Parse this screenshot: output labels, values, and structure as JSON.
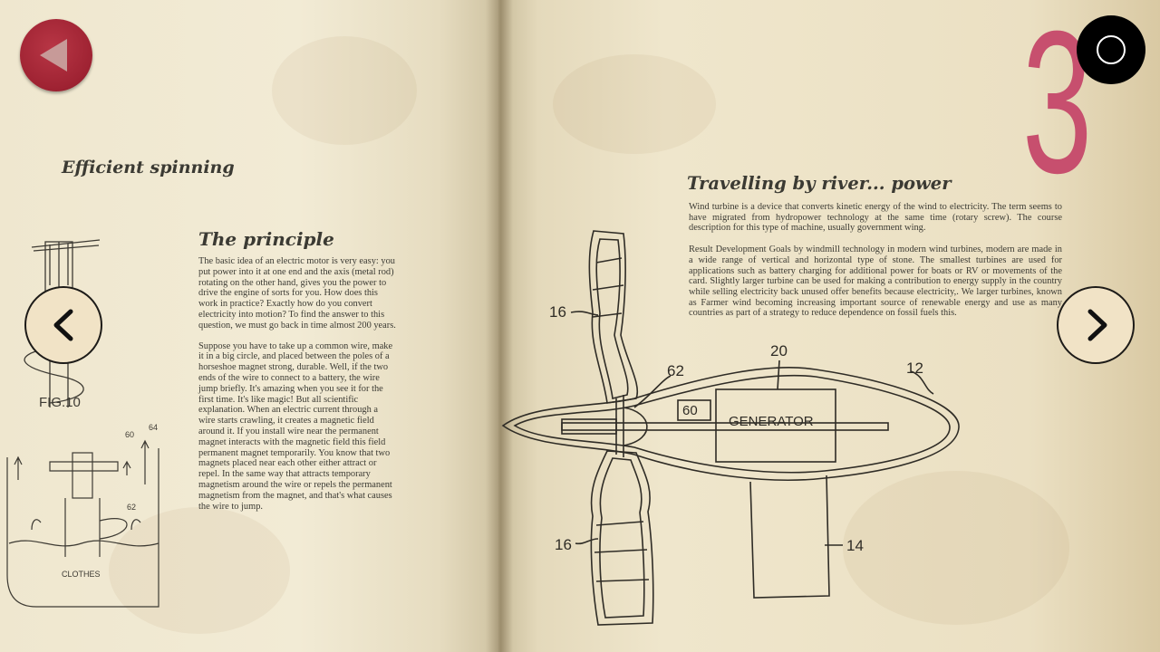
{
  "left_page": {
    "heading": "Efficient spinning",
    "principle": {
      "title": "The principle",
      "paragraphs": [
        "The basic idea of an electric motor is very easy: you put power into it at one end and the axis (metal rod) rotating on the other hand, gives you the power to drive the engine of sorts for you. How does this work in practice? Exactly how do you convert electricity into motion? To find the answer to this question, we must go back in time almost 200 years.",
        "Suppose you have to take up a common wire, make it in a big circle, and placed between the poles of a horseshoe magnet strong, durable. Well, if the two ends of the wire to connect to a battery, the wire jump briefly. It's amazing when you see it for the first time. It's like magic! But all scientific explanation. When an electric current through a wire starts crawling, it creates a magnetic field around it. If you install wire near the permanent magnet interacts with the magnetic field this field permanent magnet temporarily. You know that two magnets placed near each other either attract or repel. In the same way that attracts temporary magnetism around the wire or repels the permanent magnetism from the magnet, and that's what causes the wire to jump."
      ]
    },
    "fig_label": "FIG.10",
    "fig2_labels": {
      "l60": "60",
      "l64": "64",
      "l62": "62",
      "clothes": "CLOTHES"
    }
  },
  "right_page": {
    "page_number": "3",
    "title": "Travelling by river... power",
    "paragraphs": [
      "Wind turbine is a device that converts kinetic energy of the wind to electricity. The term seems to have migrated from hydropower technology at the same time (rotary screw). The course description for this type of machine, usually government wing.",
      "Result Development Goals by windmill technology in modern wind turbines, modern are made in a wide range of vertical and horizontal type of stone. The smallest turbines are used for applications such as battery charging for additional power for boats or RV or movements of the card. Slightly larger turbine can be used for making a contribution to energy supply in the country while selling electricity back unused offer benefits because electricity,. We larger turbines, known as Farmer wind becoming increasing important source of renewable energy and use as many countries as part of a strategy to reduce dependence on fossil fuels this."
    ],
    "diagram_labels": {
      "l16_top": "16",
      "l16_bottom": "16",
      "l62": "62",
      "l20": "20",
      "l12": "12",
      "l60": "60",
      "generator": "GENERATOR",
      "l14": "14"
    }
  },
  "controls": {
    "back": "back-arrow-icon",
    "prev": "chevron-left-icon",
    "next": "chevron-right-icon",
    "home": "circle-icon"
  },
  "colors": {
    "accent_pink": "#c74f6e",
    "back_button_red": "#9e2232",
    "paper": "#efe6cc",
    "ink": "#3b3a33"
  }
}
